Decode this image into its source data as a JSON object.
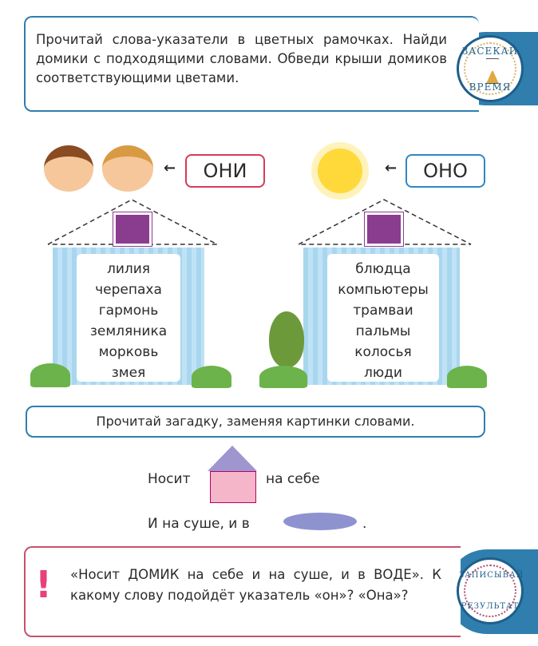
{
  "instruction_top": "Прочитай слова-указатели в цветных рамочках. Найди домики с подходящими словами. Обведи крыши домиков соответствующими цветами.",
  "badge_time": {
    "top": "ЗАСЕКАЙ",
    "bottom": "ВРЕМЯ"
  },
  "houses": [
    {
      "pointer": "ОНИ",
      "arrow": "←",
      "color": "#d63a5a",
      "words": [
        "лилия",
        "черепаха",
        "гармонь",
        "земляника",
        "морковь",
        "змея"
      ]
    },
    {
      "pointer": "ОНО",
      "arrow": "←",
      "color": "#2f86c6",
      "words": [
        "блюдца",
        "компьютеры",
        "трамваи",
        "пальмы",
        "колосья",
        "люди"
      ]
    }
  ],
  "instruction_riddle": "Прочитай загадку, заменяя картинки словами.",
  "riddle": {
    "line1_a": "Носит",
    "line1_b": "на себе",
    "line2_a": "И на суше, и в",
    "line2_b": "."
  },
  "question": "«Носит ДОМИК на себе и на суше, и в ВОДЕ». К какому слову подойдёт указатель «он»? «Она»?",
  "badge_result": {
    "top": "ЗАПИСЫВАЙ",
    "bottom": "РЕЗУЛЬТАТ"
  },
  "colors": {
    "blue": "#2f7eae",
    "red": "#d63a5a",
    "pink_border": "#c8506e"
  }
}
